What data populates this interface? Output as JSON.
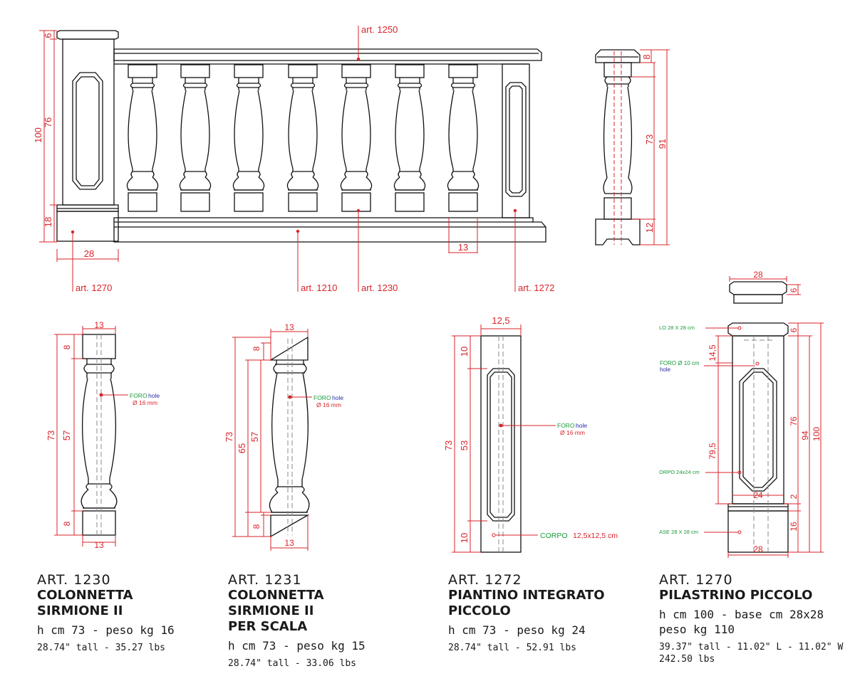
{
  "top_view": {
    "callouts": {
      "a1250": "art. 1250",
      "a1270": "art. 1270",
      "a1210": "art. 1210",
      "a1230": "art. 1230",
      "a1272": "art. 1272"
    },
    "dims": {
      "d6": "6",
      "d100": "100",
      "d76": "76",
      "d18": "18",
      "d28": "28",
      "d13": "13",
      "d8": "8",
      "d73": "73",
      "d91": "91",
      "d12": "12"
    }
  },
  "details": {
    "d1230": {
      "w13a": "13",
      "w13b": "13",
      "h8a": "8",
      "h73": "73",
      "h57": "57",
      "h8b": "8",
      "foro": "FORO",
      "hole": "hole",
      "diam": "Ø 16 mm"
    },
    "d1231": {
      "w13a": "13",
      "w13b": "13",
      "h8a": "8",
      "h73": "73",
      "h65": "65",
      "h57": "57",
      "h8b": "8",
      "foro": "FORO",
      "hole": "hole",
      "diam": "Ø 16 mm"
    },
    "d1272": {
      "w": "12,5",
      "h10a": "10",
      "h73": "73",
      "h53": "53",
      "h10b": "10",
      "foro": "FORO",
      "hole": "hole",
      "diam": "Ø 16 mm",
      "corpo": "CORPO",
      "corpo_size": "12,5x12,5 cm"
    },
    "d1270": {
      "cap_w": "28",
      "cap_h": "6",
      "w24": "24",
      "w28": "28",
      "h6": "6",
      "h145": "14,5",
      "h795": "79,5",
      "h76": "76",
      "h94": "94",
      "h100": "100",
      "h2": "2",
      "h16": "16",
      "l_cap": "LO 28 X 28 cm",
      "l_foro": "FORO Ø 10 cm",
      "l_hole": "hole",
      "l_corpo": "ORPO 24x24 cm",
      "l_base": "ASE 28 X 28 cm"
    }
  },
  "products": [
    {
      "art": "ART. 1230",
      "name_lines": [
        "COLONNETTA",
        "SIRMIONE II"
      ],
      "spec": "h cm 73 - peso kg 16",
      "imperial": "28.74\" tall - 35.27 lbs"
    },
    {
      "art": "ART. 1231",
      "name_lines": [
        "COLONNETTA",
        "SIRMIONE II",
        "PER SCALA"
      ],
      "spec": "h cm 73 - peso kg 15",
      "imperial": "28.74\" tall - 33.06 lbs"
    },
    {
      "art": "ART. 1272",
      "name_lines": [
        "PIANTINO INTEGRATO",
        "PICCOLO"
      ],
      "spec": "h cm 73 - peso kg 24",
      "imperial": "28.74\" tall - 52.91 lbs"
    },
    {
      "art": "ART. 1270",
      "name_lines": [
        "PILASTRINO PICCOLO"
      ],
      "spec": "h cm 100 - base cm 28x28",
      "spec2": "peso kg 110",
      "imperial": "39.37\" tall - 11.02\" L - 11.02\" W",
      "imperial2": "242.50 lbs"
    }
  ],
  "colors": {
    "dimension": "#d9232a",
    "outline": "#111111",
    "green_label": "#1a9a3a",
    "blue_label": "#2a2aa8"
  }
}
